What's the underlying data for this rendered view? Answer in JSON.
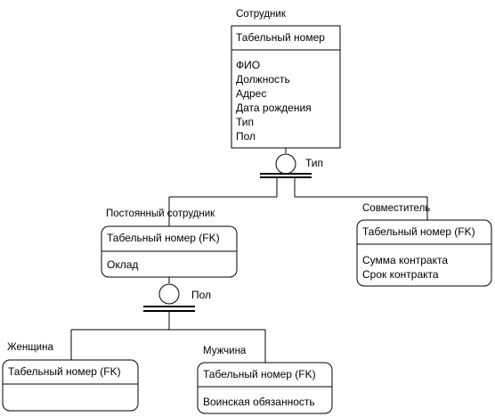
{
  "diagram": {
    "entities": {
      "employee": {
        "name": "Сотрудник",
        "key": "Табельный номер",
        "attributes": [
          "ФИО",
          "Должность",
          "Адрес",
          "Дата рождения",
          "Тип",
          "Пол"
        ]
      },
      "permanent": {
        "name": "Постоянный сотрудник",
        "key": "Табельный номер (FK)",
        "attributes": [
          "Оклад"
        ]
      },
      "parttime": {
        "name": "Совместитель",
        "key": "Табельный номер (FK)",
        "attributes": [
          "Сумма контракта",
          "Срок контракта"
        ]
      },
      "woman": {
        "name": "Женщина",
        "key": "Табельный номер (FK)",
        "attributes": []
      },
      "man": {
        "name": "Мужчина",
        "key": "Табельный номер (FK)",
        "attributes": [
          "Воинская обязанность"
        ]
      }
    },
    "discriminators": {
      "type": "Тип",
      "gender": "Пол"
    }
  }
}
